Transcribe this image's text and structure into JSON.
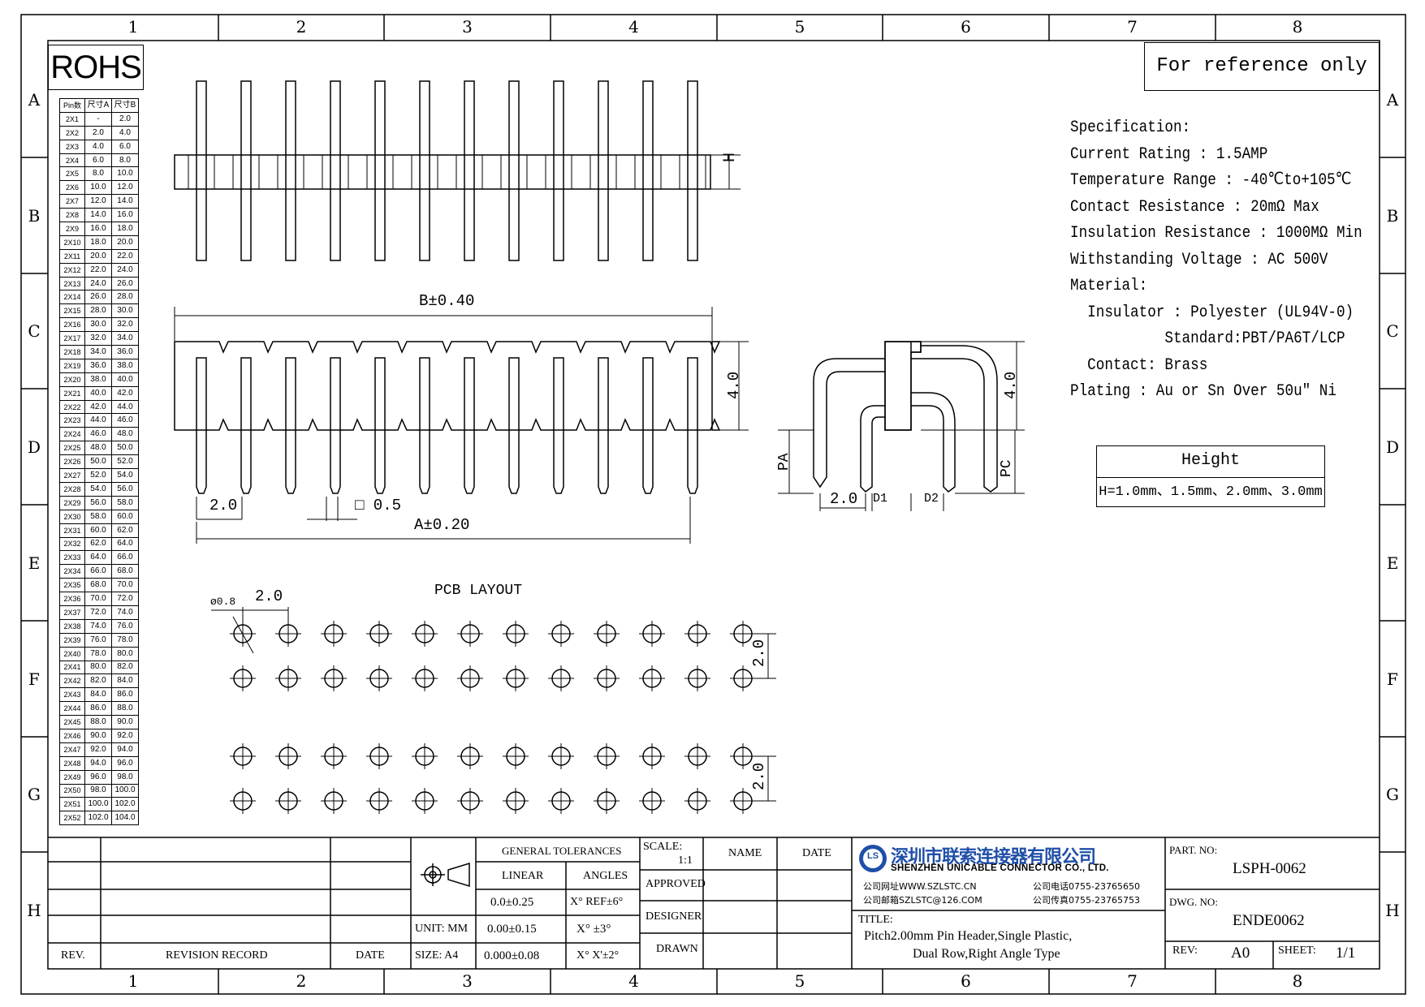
{
  "zones": {
    "columns": [
      "1",
      "2",
      "3",
      "4",
      "5",
      "6",
      "7",
      "8"
    ],
    "rows": [
      "A",
      "B",
      "C",
      "D",
      "E",
      "F",
      "G",
      "H"
    ]
  },
  "rohs_label": "ROHS",
  "reference_note": "For reference only",
  "pin_table": {
    "headers": [
      "Pin数",
      "尺寸A",
      "尺寸B"
    ],
    "rows": [
      [
        "2X1",
        "-",
        "2.0"
      ],
      [
        "2X2",
        "2.0",
        "4.0"
      ],
      [
        "2X3",
        "4.0",
        "6.0"
      ],
      [
        "2X4",
        "6.0",
        "8.0"
      ],
      [
        "2X5",
        "8.0",
        "10.0"
      ],
      [
        "2X6",
        "10.0",
        "12.0"
      ],
      [
        "2X7",
        "12.0",
        "14.0"
      ],
      [
        "2X8",
        "14.0",
        "16.0"
      ],
      [
        "2X9",
        "16.0",
        "18.0"
      ],
      [
        "2X10",
        "18.0",
        "20.0"
      ],
      [
        "2X11",
        "20.0",
        "22.0"
      ],
      [
        "2X12",
        "22.0",
        "24.0"
      ],
      [
        "2X13",
        "24.0",
        "26.0"
      ],
      [
        "2X14",
        "26.0",
        "28.0"
      ],
      [
        "2X15",
        "28.0",
        "30.0"
      ],
      [
        "2X16",
        "30.0",
        "32.0"
      ],
      [
        "2X17",
        "32.0",
        "34.0"
      ],
      [
        "2X18",
        "34.0",
        "36.0"
      ],
      [
        "2X19",
        "36.0",
        "38.0"
      ],
      [
        "2X20",
        "38.0",
        "40.0"
      ],
      [
        "2X21",
        "40.0",
        "42.0"
      ],
      [
        "2X22",
        "42.0",
        "44.0"
      ],
      [
        "2X23",
        "44.0",
        "46.0"
      ],
      [
        "2X24",
        "46.0",
        "48.0"
      ],
      [
        "2X25",
        "48.0",
        "50.0"
      ],
      [
        "2X26",
        "50.0",
        "52.0"
      ],
      [
        "2X27",
        "52.0",
        "54.0"
      ],
      [
        "2X28",
        "54.0",
        "56.0"
      ],
      [
        "2X29",
        "56.0",
        "58.0"
      ],
      [
        "2X30",
        "58.0",
        "60.0"
      ],
      [
        "2X31",
        "60.0",
        "62.0"
      ],
      [
        "2X32",
        "62.0",
        "64.0"
      ],
      [
        "2X33",
        "64.0",
        "66.0"
      ],
      [
        "2X34",
        "66.0",
        "68.0"
      ],
      [
        "2X35",
        "68.0",
        "70.0"
      ],
      [
        "2X36",
        "70.0",
        "72.0"
      ],
      [
        "2X37",
        "72.0",
        "74.0"
      ],
      [
        "2X38",
        "74.0",
        "76.0"
      ],
      [
        "2X39",
        "76.0",
        "78.0"
      ],
      [
        "2X40",
        "78.0",
        "80.0"
      ],
      [
        "2X41",
        "80.0",
        "82.0"
      ],
      [
        "2X42",
        "82.0",
        "84.0"
      ],
      [
        "2X43",
        "84.0",
        "86.0"
      ],
      [
        "2X44",
        "86.0",
        "88.0"
      ],
      [
        "2X45",
        "88.0",
        "90.0"
      ],
      [
        "2X46",
        "90.0",
        "92.0"
      ],
      [
        "2X47",
        "92.0",
        "94.0"
      ],
      [
        "2X48",
        "94.0",
        "96.0"
      ],
      [
        "2X49",
        "96.0",
        "98.0"
      ],
      [
        "2X50",
        "98.0",
        "100.0"
      ],
      [
        "2X51",
        "100.0",
        "102.0"
      ],
      [
        "2X52",
        "102.0",
        "104.0"
      ]
    ]
  },
  "spec": {
    "lines": [
      "Specification:",
      "Current Rating : 1.5AMP",
      "Temperature Range : -40℃to+105℃",
      "Contact Resistance : 20mΩ Max",
      "Insulation Resistance : 1000MΩ Min",
      "Withstanding Voltage : AC 500V",
      "Material:",
      "  Insulator : Polyester (UL94V-0)",
      "           Standard:PBT/PA6T/LCP",
      "  Contact: Brass",
      "Plating : Au or Sn Over 50u\" Ni"
    ]
  },
  "height_box": {
    "title": "Height",
    "values": "H=1.0mm、1.5mm、2.0mm、3.0mm"
  },
  "dims": {
    "h": "H",
    "b": "B±0.40",
    "four_a": "4.0",
    "pitch_a": "2.0",
    "sq": "□ 0.5",
    "a": "A±0.20",
    "pcb_layout": "PCB LAYOUT",
    "hole": "ø0.8",
    "pitch_b": "2.0",
    "row_a": "2.0",
    "row_b": "2.0",
    "pa": "PA",
    "pc": "PC",
    "four_b": "4.0",
    "pitch_c": "2.0",
    "d1": "D1",
    "d2": "D2"
  },
  "title_block": {
    "tolerances_title": "GENERAL TOLERANCES",
    "linear": "LINEAR",
    "angles": "ANGLES",
    "lin1": "0.0±0.25",
    "ang1": "X° REF±6°",
    "lin2": "0.00±0.15",
    "ang2": "X° ±3°",
    "lin3": "0.000±0.08",
    "ang3": "X° X'±2°",
    "unit": "UNIT: MM",
    "size": "SIZE: A4",
    "scale_label": "SCALE:",
    "scale_value": "1:1",
    "name": "NAME",
    "date": "DATE",
    "approved": "APPROVED",
    "designer": "DESIGNER",
    "drawn": "DRAWN",
    "rev_col": "REV.",
    "revision_record": "REVISION RECORD",
    "rev_date": "DATE",
    "company_cn": "深圳市联索连接器有限公司",
    "company_en": "SHENZHEN UNICABLE CONNECTOR CO., LTD.",
    "website": "公司网址WWW.SZLSTC.CN",
    "email": "公司邮箱SZLSTC@126.COM",
    "phone": "公司电话0755-23765650",
    "fax": "公司传真0755-23765753",
    "title_label": "TITLE:",
    "title_line1": "Pitch2.00mm Pin Header,Single Plastic,",
    "title_line2": "Dual Row,Right Angle Type",
    "part_no_label": "PART. NO:",
    "part_no": "LSPH-0062",
    "dwg_no_label": "DWG. NO:",
    "dwg_no": "ENDE0062",
    "rev_label": "REV:",
    "rev": "A0",
    "sheet_label": "SHEET:",
    "sheet": "1/1"
  },
  "logo_text": "LS",
  "colors": {
    "logo": "#1f4fa8",
    "line": "#000000"
  }
}
